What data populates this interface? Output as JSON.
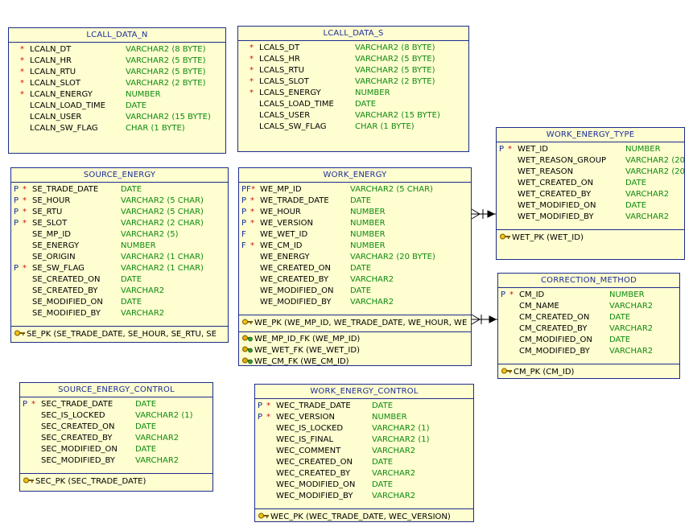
{
  "tables": [
    {
      "name": "LCALL_DATA_N",
      "columns": [
        {
          "key": "",
          "star": "*",
          "name": "LCALN_DT",
          "type": "VARCHAR2 (8 BYTE)"
        },
        {
          "key": "",
          "star": "*",
          "name": "LCALN_HR",
          "type": "VARCHAR2 (5 BYTE)"
        },
        {
          "key": "",
          "star": "*",
          "name": "LCALN_RTU",
          "type": "VARCHAR2 (5 BYTE)"
        },
        {
          "key": "",
          "star": "*",
          "name": "LCALN_SLOT",
          "type": "VARCHAR2 (2 BYTE)"
        },
        {
          "key": "",
          "star": "*",
          "name": "LCALN_ENERGY",
          "type": "NUMBER"
        },
        {
          "key": "",
          "star": "",
          "name": "LCALN_LOAD_TIME",
          "type": "DATE"
        },
        {
          "key": "",
          "star": "",
          "name": "LCALN_USER",
          "type": "VARCHAR2 (15 BYTE)"
        },
        {
          "key": "",
          "star": "",
          "name": "LCALN_SW_FLAG",
          "type": "CHAR (1 BYTE)"
        }
      ],
      "keys": [],
      "indexes": []
    },
    {
      "name": "LCALL_DATA_S",
      "columns": [
        {
          "key": "",
          "star": "*",
          "name": "LCALS_DT",
          "type": "VARCHAR2 (8 BYTE)"
        },
        {
          "key": "",
          "star": "*",
          "name": "LCALS_HR",
          "type": "VARCHAR2 (5 BYTE)"
        },
        {
          "key": "",
          "star": "*",
          "name": "LCALS_RTU",
          "type": "VARCHAR2 (5 BYTE)"
        },
        {
          "key": "",
          "star": "*",
          "name": "LCALS_SLOT",
          "type": "VARCHAR2 (2 BYTE)"
        },
        {
          "key": "",
          "star": "*",
          "name": "LCALS_ENERGY",
          "type": "NUMBER"
        },
        {
          "key": "",
          "star": "",
          "name": "LCALS_LOAD_TIME",
          "type": "DATE"
        },
        {
          "key": "",
          "star": "",
          "name": "LCALS_USER",
          "type": "VARCHAR2 (15 BYTE)"
        },
        {
          "key": "",
          "star": "",
          "name": "LCALS_SW_FLAG",
          "type": "CHAR (1 BYTE)"
        }
      ],
      "keys": [],
      "indexes": []
    },
    {
      "name": "WORK_ENERGY_TYPE",
      "columns": [
        {
          "key": "P",
          "star": "*",
          "name": "WET_ID",
          "type": "NUMBER"
        },
        {
          "key": "",
          "star": "",
          "name": "WET_REASON_GROUP",
          "type": "VARCHAR2 (20"
        },
        {
          "key": "",
          "star": "",
          "name": "WET_REASON",
          "type": "VARCHAR2 (20"
        },
        {
          "key": "",
          "star": "",
          "name": "WET_CREATED_ON",
          "type": "DATE"
        },
        {
          "key": "",
          "star": "",
          "name": "WET_CREATED_BY",
          "type": "VARCHAR2"
        },
        {
          "key": "",
          "star": "",
          "name": "WET_MODIFIED_ON",
          "type": "DATE"
        },
        {
          "key": "",
          "star": "",
          "name": "WET_MODIFIED_BY",
          "type": "VARCHAR2"
        }
      ],
      "keys": [
        "WET_PK (WET_ID)"
      ],
      "indexes": []
    },
    {
      "name": "SOURCE_ENERGY",
      "columns": [
        {
          "key": "P",
          "star": "*",
          "name": "SE_TRADE_DATE",
          "type": "DATE"
        },
        {
          "key": "P",
          "star": "*",
          "name": "SE_HOUR",
          "type": "VARCHAR2 (5 CHAR)"
        },
        {
          "key": "P",
          "star": "*",
          "name": "SE_RTU",
          "type": "VARCHAR2 (5 CHAR)"
        },
        {
          "key": "P",
          "star": "*",
          "name": "SE_SLOT",
          "type": "VARCHAR2 (2 CHAR)"
        },
        {
          "key": "",
          "star": "",
          "name": "SE_MP_ID",
          "type": "VARCHAR2 (5)"
        },
        {
          "key": "",
          "star": "",
          "name": "SE_ENERGY",
          "type": "NUMBER"
        },
        {
          "key": "",
          "star": "",
          "name": "SE_ORIGIN",
          "type": "VARCHAR2 (1 CHAR)"
        },
        {
          "key": "P",
          "star": "*",
          "name": "SE_SW_FLAG",
          "type": "VARCHAR2 (1 CHAR)"
        },
        {
          "key": "",
          "star": "",
          "name": "SE_CREATED_ON",
          "type": "DATE"
        },
        {
          "key": "",
          "star": "",
          "name": "SE_CREATED_BY",
          "type": "VARCHAR2"
        },
        {
          "key": "",
          "star": "",
          "name": "SE_MODIFIED_ON",
          "type": "DATE"
        },
        {
          "key": "",
          "star": "",
          "name": "SE_MODIFIED_BY",
          "type": "VARCHAR2"
        }
      ],
      "keys": [
        "SE_PK (SE_TRADE_DATE, SE_HOUR, SE_RTU, SE"
      ],
      "indexes": []
    },
    {
      "name": "WORK_ENERGY",
      "columns": [
        {
          "key": "PF",
          "star": "*",
          "name": "WE_MP_ID",
          "type": "VARCHAR2 (5 CHAR)"
        },
        {
          "key": "P",
          "star": "*",
          "name": "WE_TRADE_DATE",
          "type": "DATE"
        },
        {
          "key": "P",
          "star": "*",
          "name": "WE_HOUR",
          "type": "NUMBER"
        },
        {
          "key": "P",
          "star": "*",
          "name": "WE_VERSION",
          "type": "NUMBER"
        },
        {
          "key": "F",
          "star": "",
          "name": "WE_WET_ID",
          "type": "NUMBER"
        },
        {
          "key": "F",
          "star": "*",
          "name": "WE_CM_ID",
          "type": "NUMBER"
        },
        {
          "key": "",
          "star": "",
          "name": "WE_ENERGY",
          "type": "VARCHAR2 (20 BYTE)"
        },
        {
          "key": "",
          "star": "",
          "name": "WE_CREATED_ON",
          "type": "DATE"
        },
        {
          "key": "",
          "star": "",
          "name": "WE_CREATED_BY",
          "type": "VARCHAR2"
        },
        {
          "key": "",
          "star": "",
          "name": "WE_MODIFIED_ON",
          "type": "DATE"
        },
        {
          "key": "",
          "star": "",
          "name": "WE_MODIFIED_BY",
          "type": "VARCHAR2"
        }
      ],
      "keys": [
        "WE_PK (WE_MP_ID, WE_TRADE_DATE, WE_HOUR, WE"
      ],
      "indexes": [
        "WE_MP_ID_FK (WE_MP_ID)",
        "WE_WET_FK (WE_WET_ID)",
        "WE_CM_FK (WE_CM_ID)"
      ]
    },
    {
      "name": "CORRECTION_METHOD",
      "columns": [
        {
          "key": "P",
          "star": "*",
          "name": "CM_ID",
          "type": "NUMBER"
        },
        {
          "key": "",
          "star": "",
          "name": "CM_NAME",
          "type": "VARCHAR2"
        },
        {
          "key": "",
          "star": "",
          "name": "CM_CREATED_ON",
          "type": "DATE"
        },
        {
          "key": "",
          "star": "",
          "name": "CM_CREATED_BY",
          "type": "VARCHAR2"
        },
        {
          "key": "",
          "star": "",
          "name": "CM_MODIFIED_ON",
          "type": "DATE"
        },
        {
          "key": "",
          "star": "",
          "name": "CM_MODIFIED_BY",
          "type": "VARCHAR2"
        }
      ],
      "keys": [
        "CM_PK (CM_ID)"
      ],
      "indexes": []
    },
    {
      "name": "SOURCE_ENERGY_CONTROL",
      "columns": [
        {
          "key": "P",
          "star": "*",
          "name": "SEC_TRADE_DATE",
          "type": "DATE"
        },
        {
          "key": "",
          "star": "",
          "name": "SEC_IS_LOCKED",
          "type": "VARCHAR2 (1)"
        },
        {
          "key": "",
          "star": "",
          "name": "SEC_CREATED_ON",
          "type": "DATE"
        },
        {
          "key": "",
          "star": "",
          "name": "SEC_CREATED_BY",
          "type": "VARCHAR2"
        },
        {
          "key": "",
          "star": "",
          "name": "SEC_MODIFIED_ON",
          "type": "DATE"
        },
        {
          "key": "",
          "star": "",
          "name": "SEC_MODIFIED_BY",
          "type": "VARCHAR2"
        }
      ],
      "keys": [
        "SEC_PK (SEC_TRADE_DATE)"
      ],
      "indexes": []
    },
    {
      "name": "WORK_ENERGY_CONTROL",
      "columns": [
        {
          "key": "P",
          "star": "*",
          "name": "WEC_TRADE_DATE",
          "type": "DATE"
        },
        {
          "key": "P",
          "star": "*",
          "name": "WEC_VERSION",
          "type": "NUMBER"
        },
        {
          "key": "",
          "star": "",
          "name": "WEC_IS_LOCKED",
          "type": "VARCHAR2 (1)"
        },
        {
          "key": "",
          "star": "",
          "name": "WEC_IS_FINAL",
          "type": "VARCHAR2 (1)"
        },
        {
          "key": "",
          "star": "",
          "name": "WEC_COMMENT",
          "type": "VARCHAR2"
        },
        {
          "key": "",
          "star": "",
          "name": "WEC_CREATED_ON",
          "type": "DATE"
        },
        {
          "key": "",
          "star": "",
          "name": "WEC_CREATED_BY",
          "type": "VARCHAR2"
        },
        {
          "key": "",
          "star": "",
          "name": "WEC_MODIFIED_ON",
          "type": "DATE"
        },
        {
          "key": "",
          "star": "",
          "name": "WEC_MODIFIED_BY",
          "type": "VARCHAR2"
        }
      ],
      "keys": [
        "WEC_PK (WEC_TRADE_DATE, WEC_VERSION)"
      ],
      "indexes": []
    }
  ],
  "icons": {
    "key": "key-icon",
    "index": "index-icon"
  },
  "colors": {
    "entity_fill": "#fefed0",
    "border": "#1c2c8c",
    "title": "#1c2c9a",
    "type": "#0f8a0f",
    "mandatory": "#d01010"
  }
}
